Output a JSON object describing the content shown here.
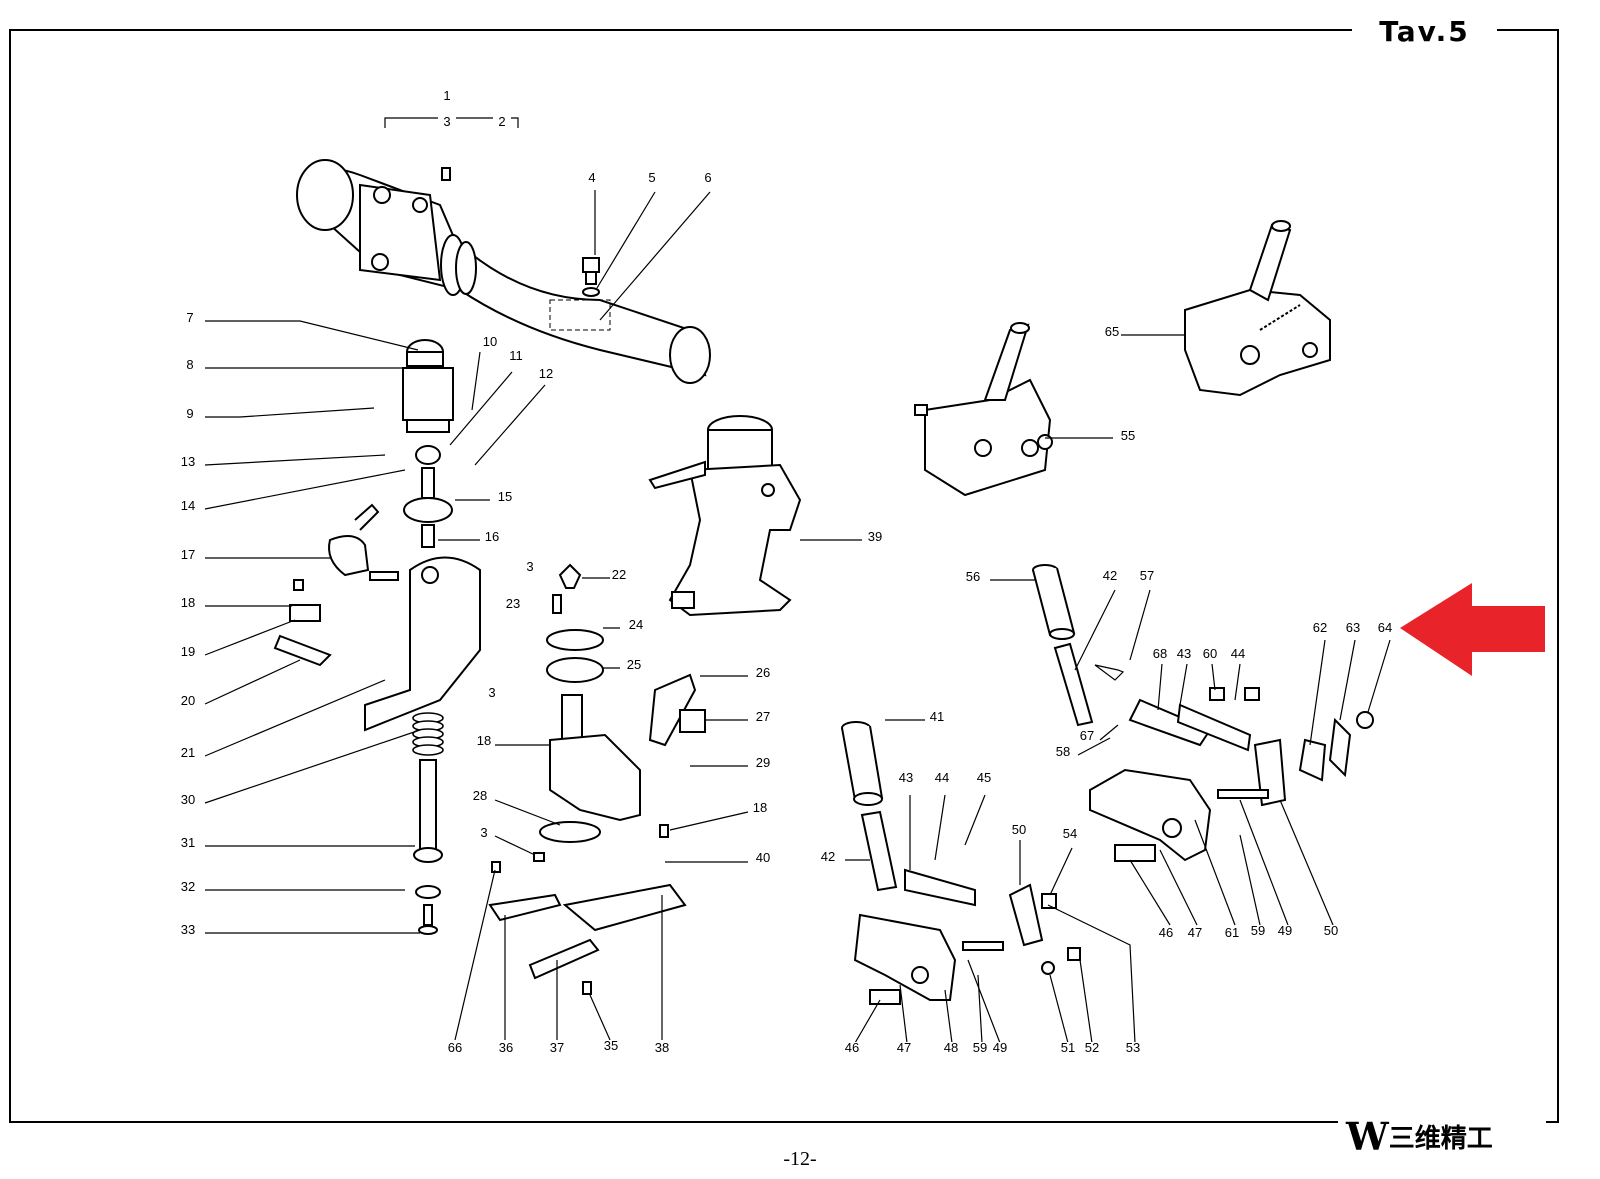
{
  "plate_title": "Tav.5",
  "page_number": "-12-",
  "logo": {
    "mark": "W",
    "text": "三维精工"
  },
  "callouts": [
    "1",
    "3",
    "2",
    "4",
    "5",
    "6",
    "7",
    "8",
    "9",
    "10",
    "11",
    "12",
    "13",
    "14",
    "15",
    "16",
    "17",
    "18",
    "19",
    "20",
    "21",
    "30",
    "31",
    "32",
    "33",
    "3",
    "22",
    "23",
    "24",
    "25",
    "3",
    "26",
    "27",
    "18",
    "28",
    "29",
    "3",
    "18",
    "40",
    "66",
    "36",
    "37",
    "35",
    "38",
    "39",
    "65",
    "55",
    "56",
    "42",
    "57",
    "68",
    "43",
    "60",
    "44",
    "67",
    "58",
    "62",
    "63",
    "64",
    "41",
    "43",
    "44",
    "45",
    "50",
    "54",
    "42",
    "46",
    "47",
    "61",
    "59",
    "49",
    "50",
    "46",
    "47",
    "48",
    "59",
    "49",
    "51",
    "52",
    "53"
  ],
  "highlight": {
    "color": "#e8232a",
    "description_icon": "red-arrow-icon"
  }
}
